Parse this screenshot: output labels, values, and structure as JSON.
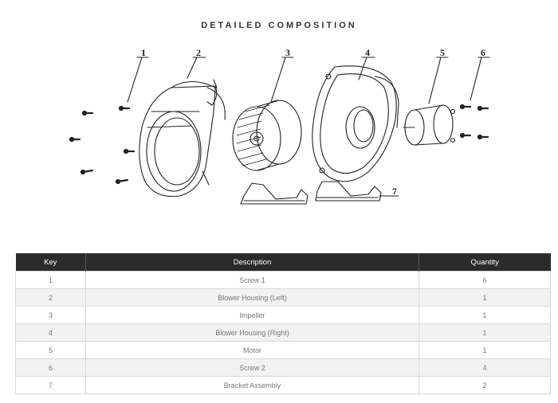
{
  "title": "DETAILED COMPOSITION",
  "callouts": [
    "1",
    "2",
    "3",
    "4",
    "5",
    "6",
    "7"
  ],
  "table": {
    "headers": {
      "key": "Key",
      "description": "Description",
      "quantity": "Quantity"
    },
    "rows": [
      {
        "key": "1",
        "description": "Screw 1",
        "quantity": "6"
      },
      {
        "key": "2",
        "description": "Blower Housing (Left)",
        "quantity": "1"
      },
      {
        "key": "3",
        "description": "Impeller",
        "quantity": "1"
      },
      {
        "key": "4",
        "description": "Blower Housing (Right)",
        "quantity": "1"
      },
      {
        "key": "5",
        "description": "Motor",
        "quantity": "1"
      },
      {
        "key": "6",
        "description": "Screw 2",
        "quantity": "4"
      },
      {
        "key": "7",
        "description": "Bracket Assembly",
        "quantity": "2"
      }
    ]
  }
}
